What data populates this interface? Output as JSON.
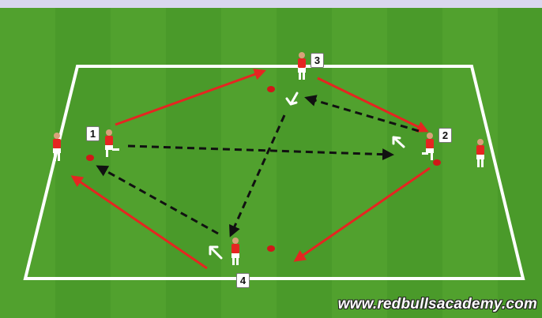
{
  "scene": {
    "pitch_color": "#4a9a2a",
    "stripe_color": "#5cad35",
    "line_color": "#ffffff",
    "pass_arrow_color": "#111111",
    "run_arrow_color": "#e52521",
    "player_kit": {
      "shirt": "#e52521",
      "shorts": "#ffffff",
      "skin": "#d9a27a"
    },
    "cone_color": "#d01818"
  },
  "labels": {
    "player_1": "1",
    "player_2": "2",
    "player_3": "3",
    "player_4": "4"
  },
  "watermark": "www.redbullsacademy.com"
}
